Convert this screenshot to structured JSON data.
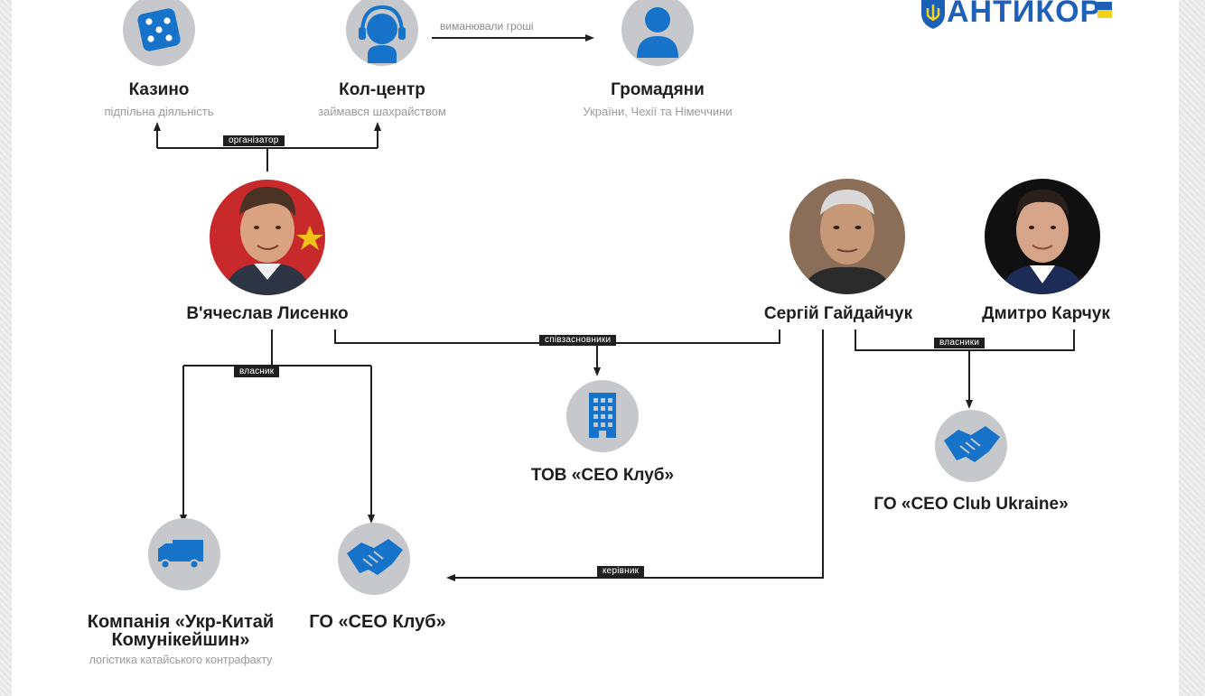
{
  "logo": {
    "text": "АНТИКОР"
  },
  "nodes": {
    "casino": {
      "title": "Казино",
      "subtitle": "підпільна діяльність"
    },
    "call_center": {
      "title": "Кол-центр",
      "subtitle": "займався шахрайством"
    },
    "citizens": {
      "title": "Громадяни",
      "subtitle": "України, Чехії та Німеччини"
    },
    "lysenko": {
      "name": "В'ячеслав Лисенко"
    },
    "haidaichuk": {
      "name": "Сергій Гайдайчук"
    },
    "karchuk": {
      "name": "Дмитро Карчук"
    },
    "tov_ceo": {
      "title": "ТОВ «CEO Клуб»"
    },
    "go_ceo_ukraine": {
      "title": "ГО «CEO Club Ukraine»"
    },
    "ukr_china": {
      "title_line1": "Компанія «Укр-Китай",
      "title_line2": "Комунікейшин»",
      "subtitle": "логістика катайського контрафакту"
    },
    "go_ceo_club": {
      "title": "ГО «CEO Клуб»"
    }
  },
  "edges": {
    "lured_money": "виманювали гроші",
    "organizer": "організатор",
    "cofounders": "співзасновники",
    "owner_left": "власник",
    "owners_right": "власники",
    "head": "керівник"
  },
  "colors": {
    "icon_circle": "#c6c8cb",
    "icon_blue": "#1673c9",
    "line": "#1f1f1f",
    "logo_blue": "#1e5fb8",
    "logo_yellow": "#f3d21b"
  }
}
